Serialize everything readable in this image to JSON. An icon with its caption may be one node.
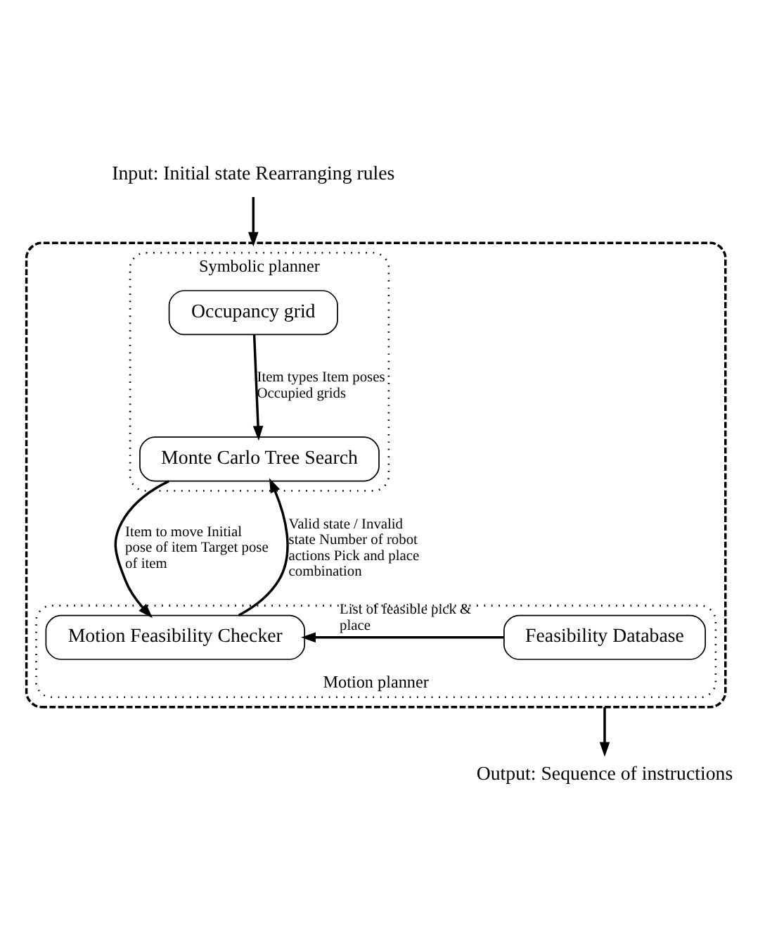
{
  "diagram": {
    "nodes": [
      {
        "text": [
          "Input: Initial state Rearranging rules"
        ]
      },
      {
        "text": [],
        "shape": "box"
      },
      {
        "text": [
          "Symbolic planner"
        ],
        "in": 1
      },
      {
        "text": [
          "Occupancy grid"
        ],
        "in": 2
      },
      {
        "text": [
          "Monte Carlo Tree Search"
        ],
        "in": 2
      },
      {
        "text": [
          "Motion planner"
        ],
        "in": 1
      },
      {
        "text": [
          "Motion Feasibility Checker"
        ],
        "in": 5
      },
      {
        "text": [
          "Feasibility Database"
        ],
        "in": 5
      },
      {
        "text": [
          "Output: Sequence of instructions"
        ]
      }
    ],
    "edges": [
      {
        "from": 0,
        "to": 1,
        "arrow": "to"
      },
      {
        "from": 3,
        "to": 4,
        "arrow": "to",
        "label": "Item types Item poses Occupied grids"
      },
      {
        "from": 4,
        "to": 6,
        "arrow": "to",
        "label": "Item to move Initial pose of item Target pose of item"
      },
      {
        "from": 6,
        "to": 4,
        "arrow": "to",
        "label": "Valid state / Invalid state Number of robot actions Pick and place combination"
      },
      {
        "from": 7,
        "to": 6,
        "arrow": "to",
        "label": "List of feasible pick & place"
      },
      {
        "from": 1,
        "to": 8,
        "arrow": "to"
      }
    ]
  }
}
